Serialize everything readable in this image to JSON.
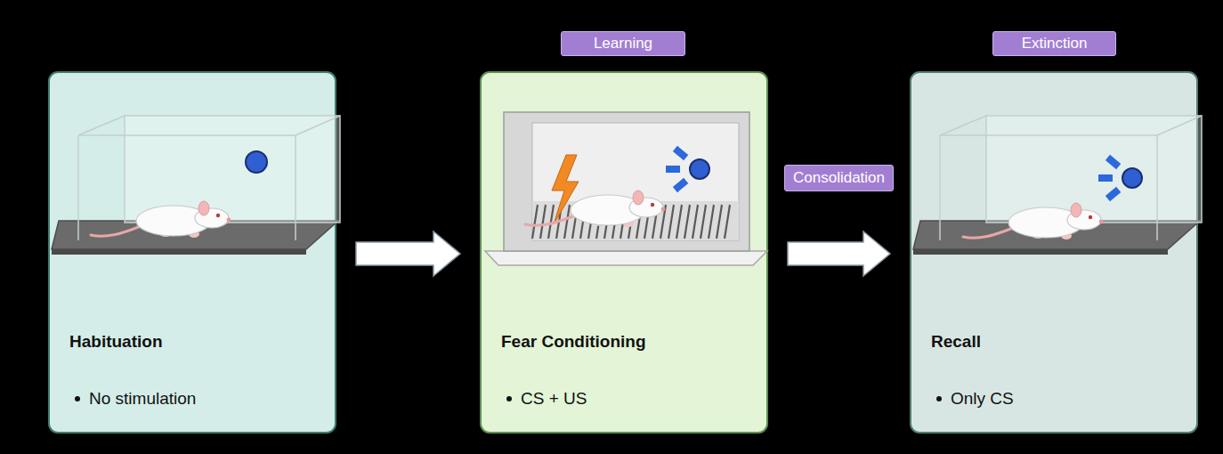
{
  "diagram": {
    "nodes": [
      {
        "text": [
          "Habituation",
          "No stimulation"
        ]
      },
      {
        "text": [
          "Learning"
        ]
      },
      {
        "text": [
          "Fear Conditioning",
          "CS + US"
        ]
      },
      {
        "text": [
          "Extinction"
        ]
      },
      {
        "text": [
          "Recall",
          "Only CS"
        ]
      }
    ],
    "edges": [
      {
        "from": 0,
        "to": 2,
        "arrow": "to"
      },
      {
        "from": 2,
        "to": 4,
        "label": "Consolidation",
        "arrow": "to"
      }
    ]
  }
}
